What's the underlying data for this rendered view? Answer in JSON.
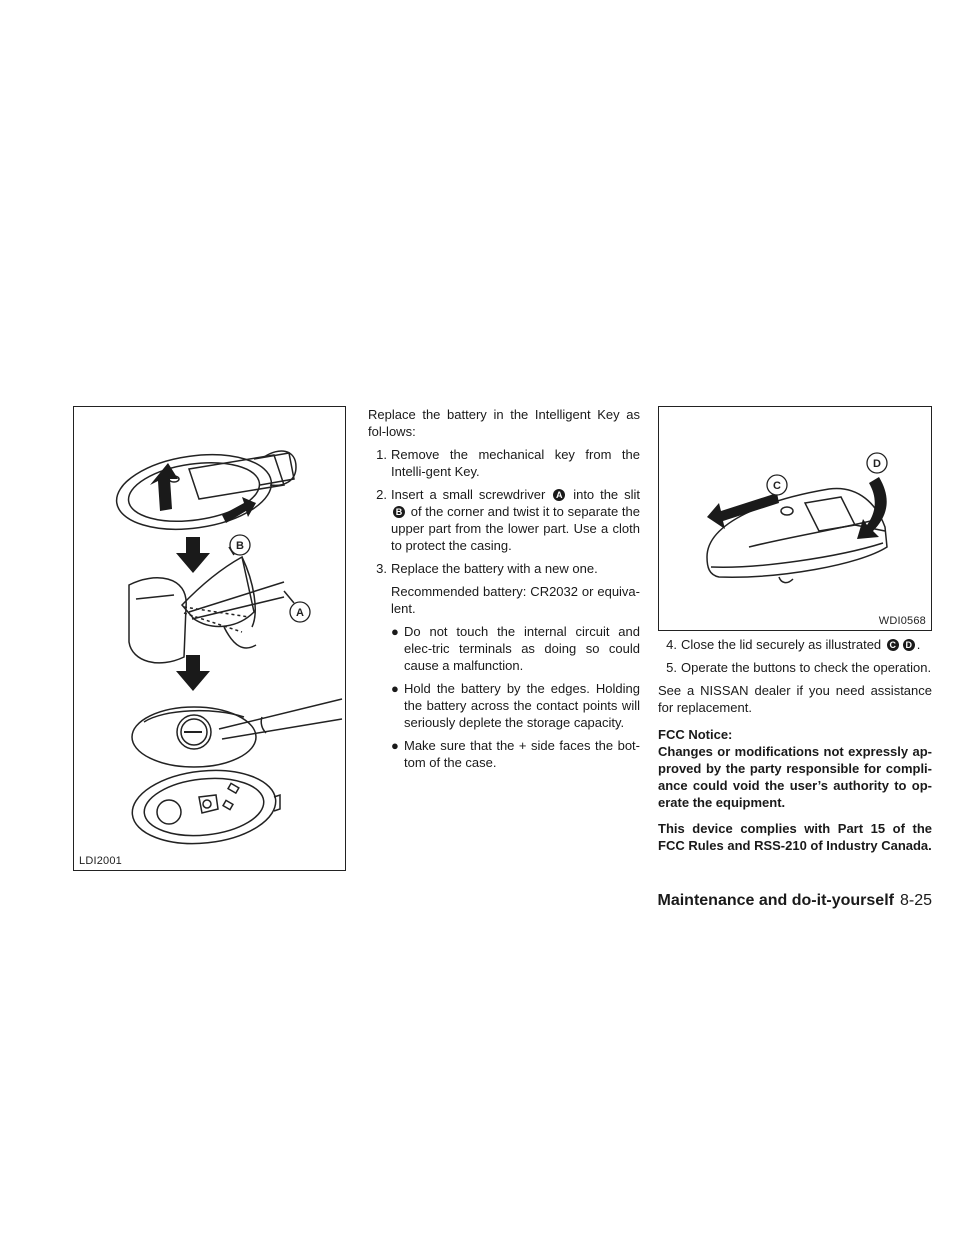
{
  "figures": {
    "fig1_code": "LDI2001",
    "fig1_labels": {
      "a": "A",
      "b": "B"
    },
    "fig2_code": "WDI0568",
    "fig2_labels": {
      "c": "C",
      "d": "D"
    }
  },
  "intro": "Replace the battery in the Intelligent Key as fol-lows:",
  "steps": [
    {
      "num": "1.",
      "text": "Remove the mechanical key from the Intelli-gent Key."
    },
    {
      "num": "2.",
      "pre": "Insert a small screwdriver",
      "mark1": "A",
      "mid": "into the slit",
      "mark2": "B",
      "post": "of the corner and twist it to separate the upper part from the lower part. Use a cloth to protect the casing."
    },
    {
      "num": "3.",
      "text": "Replace the battery with a new one."
    },
    {
      "num": "4.",
      "pre": "Close the lid securely as illustrated",
      "mark1": "C",
      "mark2": "D",
      "post": "."
    },
    {
      "num": "5.",
      "text": "Operate the buttons to check the operation."
    }
  ],
  "recommended": "Recommended battery: CR2032 or equiva-lent.",
  "bullets": [
    "Do not touch the internal circuit and elec-tric terminals as doing so could cause a malfunction.",
    "Hold the battery by the edges. Holding the battery across the contact points will seriously deplete the storage capacity.",
    "Make sure that the + side faces the bot-tom of the case."
  ],
  "bullet_glyph": "●",
  "dealer_note": "See a NISSAN dealer if you need assistance for replacement.",
  "fcc": {
    "heading": "FCC Notice:",
    "para1": "Changes or modifications not expressly ap-proved by the party responsible for compli-ance could void the user’s authority to op-erate the equipment.",
    "para2": "This device complies with Part 15 of the FCC Rules and RSS-210 of Industry Canada."
  },
  "footer": {
    "section": "Maintenance and do-it-yourself",
    "page": "8-25"
  }
}
